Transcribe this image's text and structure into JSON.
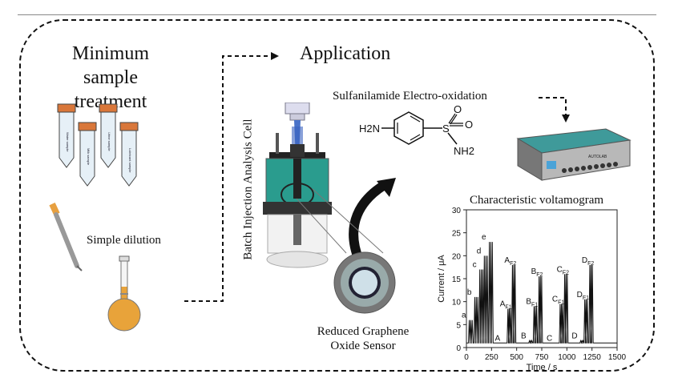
{
  "left_panel": {
    "title": "Minimum sample treatment",
    "tube_labels": [
      "Water sample",
      "Milk sample",
      "Urine sample",
      "Lubricant sample"
    ],
    "dilution_label": "Simple dilution"
  },
  "application": {
    "title": "Application",
    "bia_cell_label": "Batch Injection Analysis Cell",
    "sensor_label_line1": "Reduced Graphene",
    "sensor_label_line2": "Oxide Sensor",
    "oxidation_label": "Sulfanilamide Electro-oxidation",
    "molecule_labels": {
      "amine": "H2N",
      "sulfur": "S",
      "oxygen": "O",
      "amide": "NH2"
    },
    "device_brand": "AUTOLAB"
  },
  "chart_data": {
    "type": "line",
    "title": "Characteristic voltamogram",
    "xlabel": "Time / s",
    "ylabel": "Current / μA",
    "xlim": [
      0,
      1500
    ],
    "ylim": [
      0,
      30
    ],
    "xticks": [
      0,
      250,
      500,
      750,
      1000,
      1250,
      1500
    ],
    "yticks": [
      0,
      5,
      10,
      15,
      20,
      25,
      30
    ],
    "baseline": 1,
    "groups": [
      {
        "label": "a",
        "times": [
          20,
          35,
          50
        ],
        "value": 6
      },
      {
        "label": "b",
        "times": [
          75,
          90,
          105
        ],
        "value": 11
      },
      {
        "label": "c",
        "times": [
          125,
          140,
          155
        ],
        "value": 17
      },
      {
        "label": "d",
        "times": [
          170,
          185,
          200
        ],
        "value": 20
      },
      {
        "label": "e",
        "times": [
          220,
          235,
          250
        ],
        "value": 23
      },
      {
        "label": "A",
        "times": [
          360,
          372,
          384
        ],
        "value": 1
      },
      {
        "label": "AF1",
        "times": [
          405,
          418,
          431
        ],
        "value": 8.5
      },
      {
        "label": "AF2",
        "times": [
          450,
          463,
          476
        ],
        "value": 18
      },
      {
        "label": "B",
        "times": [
          620,
          632,
          644
        ],
        "value": 1.5
      },
      {
        "label": "BF1",
        "times": [
          665,
          678,
          691
        ],
        "value": 9
      },
      {
        "label": "BF2",
        "times": [
          715,
          728,
          741
        ],
        "value": 15.5
      },
      {
        "label": "C",
        "times": [
          880,
          892,
          904
        ],
        "value": 1
      },
      {
        "label": "CF1",
        "times": [
          925,
          938,
          951
        ],
        "value": 9.5
      },
      {
        "label": "CF2",
        "times": [
          970,
          983,
          996
        ],
        "value": 16
      },
      {
        "label": "D",
        "times": [
          1130,
          1142,
          1154
        ],
        "value": 1.5
      },
      {
        "label": "DF1",
        "times": [
          1170,
          1183,
          1196
        ],
        "value": 10.5
      },
      {
        "label": "DF2",
        "times": [
          1220,
          1233,
          1246
        ],
        "value": 18
      }
    ]
  },
  "colors": {
    "border": "#111111",
    "liquid": "#e8a33a",
    "cap": "#d9773a",
    "cell_fill": "#2a9c8e",
    "device": "#3f9a9a"
  }
}
